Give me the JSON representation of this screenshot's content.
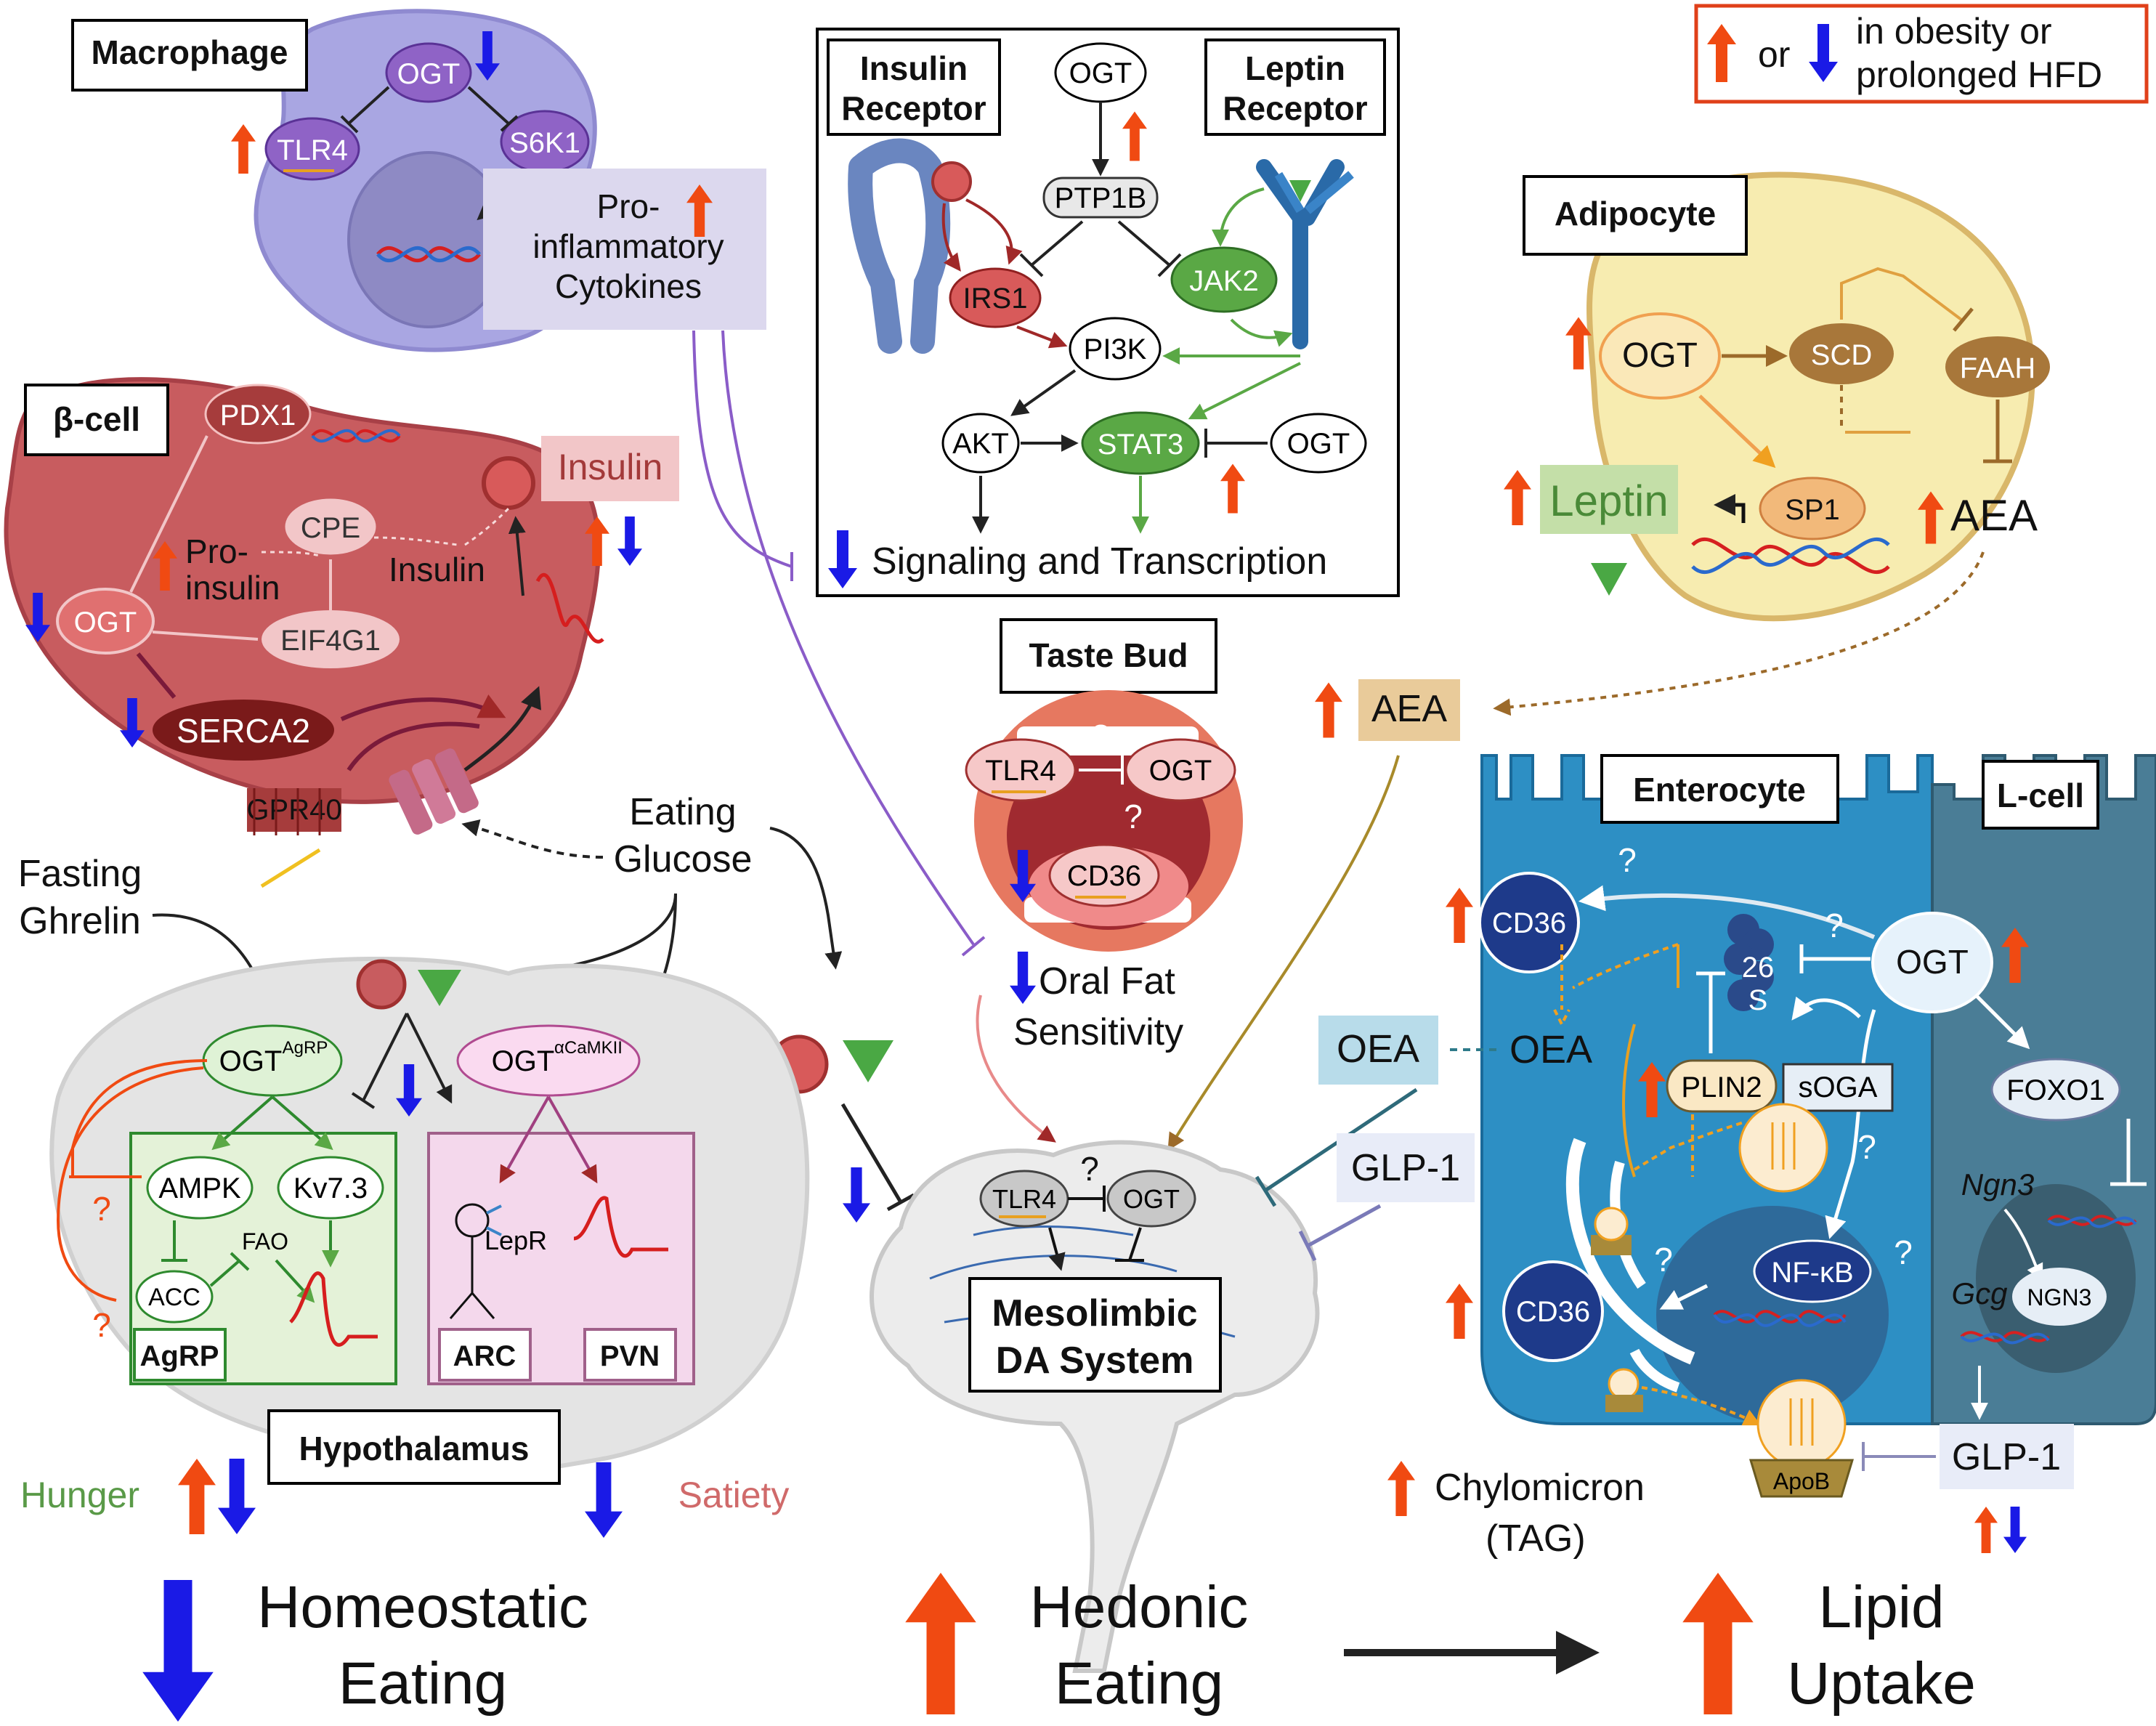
{
  "legend": {
    "or_text": "or",
    "line1": "in obesity or",
    "line2": "prolonged HFD"
  },
  "macrophage": {
    "title": "Macrophage",
    "ogt": "OGT",
    "tlr4": "TLR4",
    "s6k1": "S6K1",
    "cytokines_1": "Pro-",
    "cytokines_2": "inflammatory",
    "cytokines_3": "Cytokines"
  },
  "receptor_panel": {
    "insulin_receptor_1": "Insulin",
    "insulin_receptor_2": "Receptor",
    "leptin_receptor_1": "Leptin",
    "leptin_receptor_2": "Receptor",
    "ogt_top": "OGT",
    "ptp1b": "PTP1B",
    "irs1": "IRS1",
    "jak2": "JAK2",
    "pi3k": "PI3K",
    "akt": "AKT",
    "stat3": "STAT3",
    "ogt_right": "OGT",
    "signaling": "Signaling and Transcription"
  },
  "beta_cell": {
    "title": "β-cell",
    "pdx1": "PDX1",
    "insulin_box": "Insulin",
    "cpe": "CPE",
    "pro_1": "Pro-",
    "pro_2": "insulin",
    "insulin_text": "Insulin",
    "ogt": "OGT",
    "eif4g1": "EIF4G1",
    "serca2": "SERCA2",
    "gpr40": "GPR40"
  },
  "adipocyte": {
    "title": "Adipocyte",
    "ogt": "OGT",
    "scd": "SCD",
    "faah": "FAAH",
    "sp1": "SP1",
    "leptin": "Leptin",
    "aea": "AEA"
  },
  "taste_bud": {
    "title": "Taste Bud",
    "tlr4": "TLR4",
    "ogt": "OGT",
    "cd36": "CD36",
    "q1": "?",
    "q2": "?",
    "oral_1": "Oral Fat",
    "oral_2": "Sensitivity"
  },
  "center": {
    "aea_box": "AEA",
    "eating": "Eating",
    "glucose": "Glucose",
    "fasting": "Fasting",
    "ghrelin": "Ghrelin"
  },
  "hypothalamus": {
    "title": "Hypothalamus",
    "ogt_agrp": "OGT",
    "ogt_agrp_sup": "AgRP",
    "ogt_camk": "OGT",
    "ogt_camk_sup": "αCaMKII",
    "ampk": "AMPK",
    "kv73": "Kv7.3",
    "fao": "FAO",
    "acc": "ACC",
    "agrp_box": "AgRP",
    "arc_box": "ARC",
    "pvn_box": "PVN",
    "lepr": "LepR",
    "q1": "?",
    "q2": "?",
    "hunger": "Hunger",
    "satiety": "Satiety"
  },
  "brain": {
    "tlr4": "TLR4",
    "ogt": "OGT",
    "q": "?",
    "title_1": "Mesolimbic",
    "title_2": "DA System"
  },
  "intestine": {
    "enterocyte": "Enterocyte",
    "lcell": "L-cell",
    "cd36_top": "CD36",
    "cd36_bottom": "CD36",
    "ogt": "OGT",
    "proteasome_1": "26",
    "proteasome_2": "S",
    "oea_inner": "OEA",
    "oea_box": "OEA",
    "plin2": "PLIN2",
    "soga": "sOGA",
    "nfkb": "NF-κB",
    "foxo1": "FOXO1",
    "ngn3_gene": "Ngn3",
    "ngn3": "NGN3",
    "gcg": "Gcg",
    "glp1_left": "GLP-1",
    "glp1_right": "GLP-1",
    "apob": "ApoB",
    "chylo_1": "Chylomicron",
    "chylo_2": "(TAG)",
    "q": "?"
  },
  "bottom": {
    "homeo_1": "Homeostatic",
    "homeo_2": "Eating",
    "hedonic_1": "Hedonic",
    "hedonic_2": "Eating",
    "lipid_1": "Lipid",
    "lipid_2": "Uptake"
  },
  "colors": {
    "up": "#f04a12",
    "down": "#1a1ae6",
    "beta_cell": "#c85c5f",
    "enterocyte": "#2d8fc4",
    "lcell": "#4a7d96",
    "adipocyte": "#f7ecb0",
    "leptin_green": "#4aa844"
  }
}
